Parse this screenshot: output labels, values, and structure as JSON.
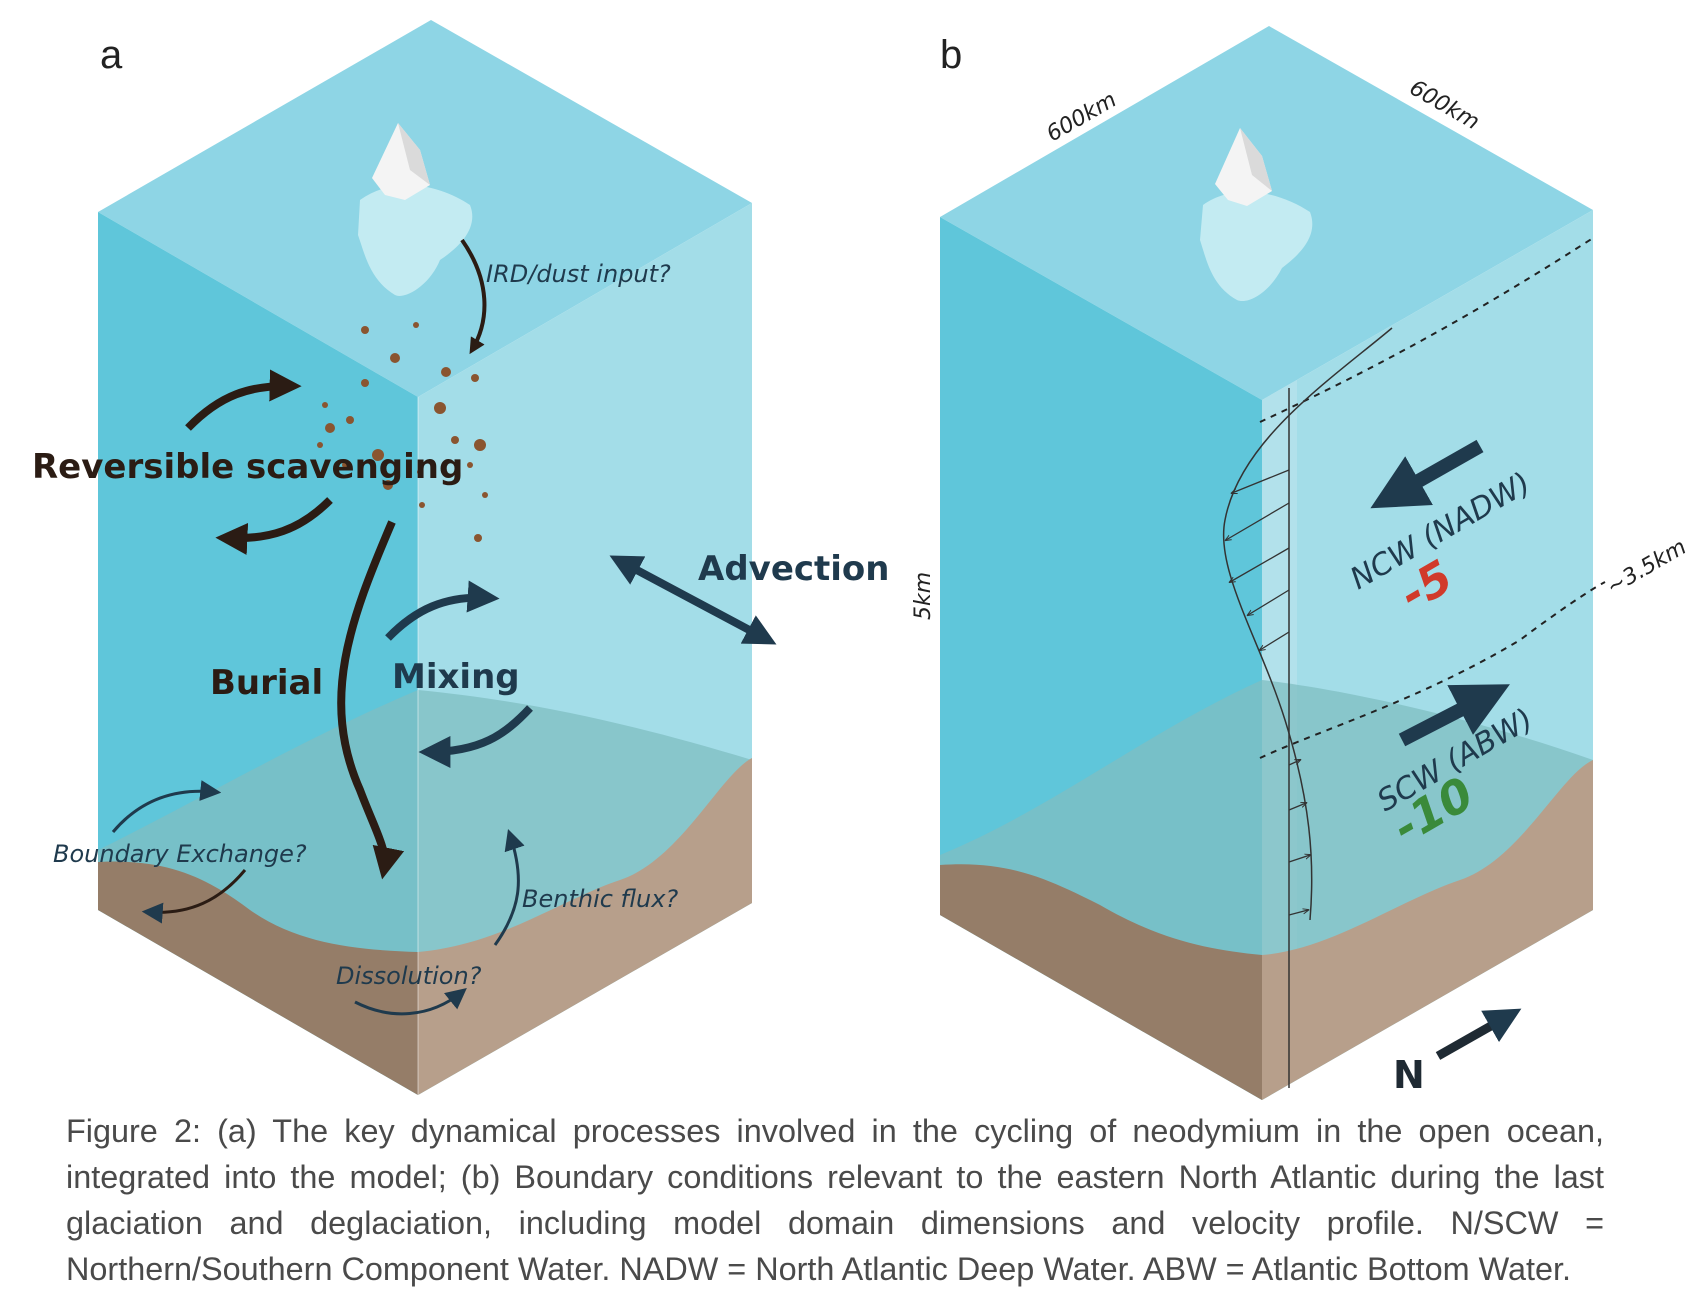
{
  "panel_a": {
    "letter": "a",
    "labels": {
      "reversible_scavenging": "Reversible scavenging",
      "ird_dust_input": "IRD/dust input?",
      "advection": "Advection",
      "burial": "Burial",
      "mixing": "Mixing",
      "boundary_exchange": "Boundary Exchange?",
      "benthic_flux": "Benthic flux?",
      "dissolution": "Dissolution?"
    }
  },
  "panel_b": {
    "letter": "b",
    "dims": {
      "width_left": "600km",
      "width_right": "600km",
      "depth": "5km",
      "interface": "~3.5km"
    },
    "upper_water": {
      "label": "NCW (NADW)",
      "value": "-5",
      "color": "#d13a2a"
    },
    "lower_water": {
      "label": "SCW (ABW)",
      "value": "-10",
      "color": "#3a8a3a"
    },
    "north_label": "N"
  },
  "colors": {
    "water_left": "#5fc6da",
    "water_right": "#a3dde8",
    "water_top": "#8ed5e5",
    "sediment_left": "#957d68",
    "sediment_right": "#b79f8b",
    "arrow_dark": "#1f3a4d",
    "arrow_brown": "#2b1c14"
  },
  "caption": "Figure 2: (a) The key dynamical processes involved in the cycling of neodymium in the open ocean, integrated into the model; (b) Boundary conditions relevant to the eastern North Atlantic during the last glaciation and deglaciation, including model domain dimensions and velocity profile. N/SCW = Northern/Southern Component Water. NADW = North Atlantic Deep Water. ABW = Atlantic Bottom Water."
}
